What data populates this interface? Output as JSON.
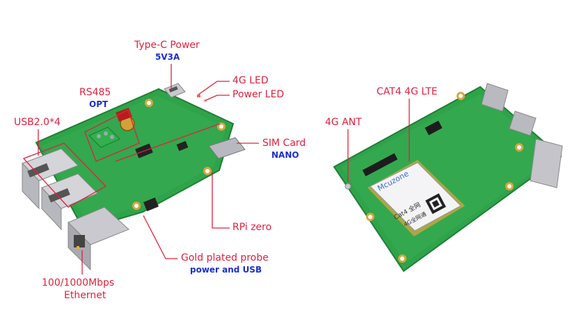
{
  "colors": {
    "label_red": "#e0203f",
    "label_blue": "#1a2fd0",
    "pcb_green": "#2fa34a",
    "pcb_green_dark": "#1f7f36",
    "metal": "#c9c9cf",
    "gold": "#d8a640",
    "module_white": "#f4f4f6"
  },
  "labels": {
    "typec": {
      "title": "Type-C Power",
      "sub": "5V3A"
    },
    "led4g": {
      "title": "4G LED"
    },
    "powerled": {
      "title": "Power LED"
    },
    "rs485": {
      "title": "RS485",
      "sub": "OPT"
    },
    "usb": {
      "title": "USB2.0*4"
    },
    "sim": {
      "title": "SIM Card",
      "sub": "NANO"
    },
    "rpi": {
      "title": "RPi zero"
    },
    "probe": {
      "title": "Gold plated probe",
      "sub": "power and USB"
    },
    "eth": {
      "line1": "100/1000Mbps",
      "line2": "Ethernet"
    },
    "cat4": {
      "title": "CAT4 4G LTE"
    },
    "ant": {
      "title": "4G ANT"
    }
  },
  "module_marks": {
    "brand": "Mcuzone",
    "line1": "Cat4 全网",
    "line2": "4G全网通"
  }
}
